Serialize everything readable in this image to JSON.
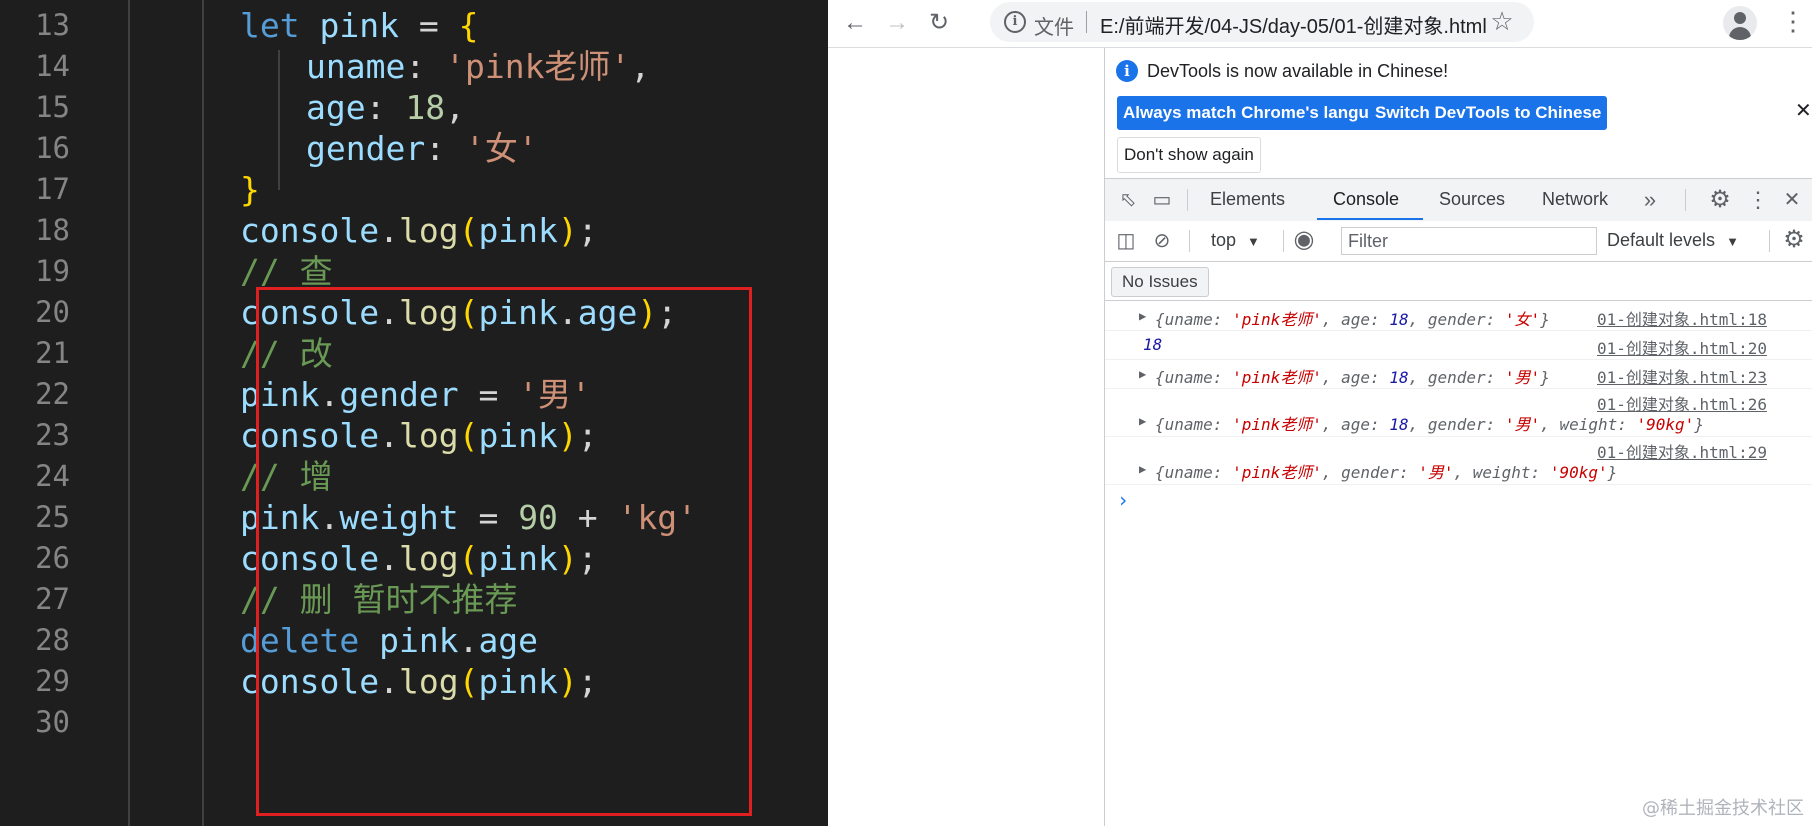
{
  "editor": {
    "lines": [
      {
        "num": "13",
        "indent": 0,
        "tokens": [
          [
            "kw",
            "let "
          ],
          [
            "var",
            "pink"
          ],
          [
            "op",
            " = "
          ],
          [
            "brace",
            "{"
          ]
        ]
      },
      {
        "num": "14",
        "indent": 1,
        "tokens": [
          [
            "prop",
            "uname"
          ],
          [
            "op",
            ": "
          ],
          [
            "str",
            "'pink老师'"
          ],
          [
            "op",
            ","
          ]
        ]
      },
      {
        "num": "15",
        "indent": 1,
        "tokens": [
          [
            "prop",
            "age"
          ],
          [
            "op",
            ": "
          ],
          [
            "num",
            "18"
          ],
          [
            "op",
            ","
          ]
        ]
      },
      {
        "num": "16",
        "indent": 1,
        "tokens": [
          [
            "prop",
            "gender"
          ],
          [
            "op",
            ": "
          ],
          [
            "str",
            "'女'"
          ]
        ]
      },
      {
        "num": "17",
        "indent": 0,
        "tokens": [
          [
            "brace",
            "}"
          ]
        ]
      },
      {
        "num": "18",
        "indent": 0,
        "tokens": [
          [
            "var",
            "console"
          ],
          [
            "op",
            "."
          ],
          [
            "fn",
            "log"
          ],
          [
            "brace",
            "("
          ],
          [
            "var",
            "pink"
          ],
          [
            "brace",
            ")"
          ],
          [
            "op",
            ";"
          ]
        ]
      },
      {
        "num": "19",
        "indent": 0,
        "tokens": [
          [
            "cmt",
            "// 查"
          ]
        ]
      },
      {
        "num": "20",
        "indent": 0,
        "tokens": [
          [
            "var",
            "console"
          ],
          [
            "op",
            "."
          ],
          [
            "fn",
            "log"
          ],
          [
            "brace",
            "("
          ],
          [
            "var",
            "pink"
          ],
          [
            "op",
            "."
          ],
          [
            "prop",
            "age"
          ],
          [
            "brace",
            ")"
          ],
          [
            "op",
            ";"
          ]
        ]
      },
      {
        "num": "21",
        "indent": 0,
        "tokens": [
          [
            "cmt",
            "// 改"
          ]
        ]
      },
      {
        "num": "22",
        "indent": 0,
        "tokens": [
          [
            "var",
            "pink"
          ],
          [
            "op",
            "."
          ],
          [
            "prop",
            "gender"
          ],
          [
            "op",
            " = "
          ],
          [
            "str",
            "'男'"
          ]
        ]
      },
      {
        "num": "23",
        "indent": 0,
        "tokens": [
          [
            "var",
            "console"
          ],
          [
            "op",
            "."
          ],
          [
            "fn",
            "log"
          ],
          [
            "brace",
            "("
          ],
          [
            "var",
            "pink"
          ],
          [
            "brace",
            ")"
          ],
          [
            "op",
            ";"
          ]
        ]
      },
      {
        "num": "24",
        "indent": 0,
        "tokens": [
          [
            "cmt",
            "// 增"
          ]
        ]
      },
      {
        "num": "25",
        "indent": 0,
        "tokens": [
          [
            "var",
            "pink"
          ],
          [
            "op",
            "."
          ],
          [
            "prop",
            "weight"
          ],
          [
            "op",
            " = "
          ],
          [
            "num",
            "90"
          ],
          [
            "op",
            " + "
          ],
          [
            "str",
            "'kg'"
          ]
        ]
      },
      {
        "num": "26",
        "indent": 0,
        "tokens": [
          [
            "var",
            "console"
          ],
          [
            "op",
            "."
          ],
          [
            "fn",
            "log"
          ],
          [
            "brace",
            "("
          ],
          [
            "var",
            "pink"
          ],
          [
            "brace",
            ")"
          ],
          [
            "op",
            ";"
          ]
        ]
      },
      {
        "num": "27",
        "indent": 0,
        "tokens": [
          [
            "cmt",
            "// 删 暂时不推荐"
          ]
        ]
      },
      {
        "num": "28",
        "indent": 0,
        "tokens": [
          [
            "kw",
            "delete "
          ],
          [
            "var",
            "pink"
          ],
          [
            "op",
            "."
          ],
          [
            "prop",
            "age"
          ]
        ]
      },
      {
        "num": "29",
        "indent": 0,
        "tokens": [
          [
            "var",
            "console"
          ],
          [
            "op",
            "."
          ],
          [
            "fn",
            "log"
          ],
          [
            "brace",
            "("
          ],
          [
            "var",
            "pink"
          ],
          [
            "brace",
            ")"
          ],
          [
            "op",
            ";"
          ]
        ]
      },
      {
        "num": "30",
        "indent": 0,
        "tokens": []
      }
    ],
    "highlight_color": "#e02020"
  },
  "browser": {
    "back_icon": "arrow-left-icon",
    "forward_icon": "arrow-right-icon",
    "reload_icon": "reload-icon",
    "scheme_label": "文件",
    "url": "E:/前端开发/04-JS/day-05/01-创建对象.html"
  },
  "devtools": {
    "info_text": "DevTools is now available in Chinese!",
    "btn_match": "Always match Chrome's language",
    "btn_switch": "Switch DevTools to Chinese",
    "btn_dont": "Don't show again",
    "tabs": [
      "Elements",
      "Console",
      "Sources",
      "Network"
    ],
    "active_tab": "Console",
    "context": "top",
    "filter_placeholder": "Filter",
    "levels": "Default levels",
    "issues": "No Issues",
    "accent": "#1a73e8"
  },
  "console": {
    "messages": [
      {
        "expand": true,
        "src": "01-创建对象.html:18",
        "src_above": false,
        "parts": [
          [
            "k",
            "{uname: "
          ],
          [
            "s",
            "'pink老师'"
          ],
          [
            "k",
            ", age: "
          ],
          [
            "n",
            "18"
          ],
          [
            "k",
            ", gender: "
          ],
          [
            "s",
            "'女'"
          ],
          [
            "k",
            "}"
          ]
        ]
      },
      {
        "expand": false,
        "src": "01-创建对象.html:20",
        "src_above": false,
        "parts": [
          [
            "n",
            "18"
          ]
        ]
      },
      {
        "expand": true,
        "src": "01-创建对象.html:23",
        "src_above": false,
        "parts": [
          [
            "k",
            "{uname: "
          ],
          [
            "s",
            "'pink老师'"
          ],
          [
            "k",
            ", age: "
          ],
          [
            "n",
            "18"
          ],
          [
            "k",
            ", gender: "
          ],
          [
            "s",
            "'男'"
          ],
          [
            "k",
            "}"
          ]
        ]
      },
      {
        "expand": true,
        "src": "01-创建对象.html:26",
        "src_above": true,
        "parts": [
          [
            "k",
            "{uname: "
          ],
          [
            "s",
            "'pink老师'"
          ],
          [
            "k",
            ", age: "
          ],
          [
            "n",
            "18"
          ],
          [
            "k",
            ", gender: "
          ],
          [
            "s",
            "'男'"
          ],
          [
            "k",
            ", weight: "
          ],
          [
            "s",
            "'90kg'"
          ],
          [
            "k",
            "}"
          ]
        ]
      },
      {
        "expand": true,
        "src": "01-创建对象.html:29",
        "src_above": true,
        "parts": [
          [
            "k",
            "{uname: "
          ],
          [
            "s",
            "'pink老师'"
          ],
          [
            "k",
            ", gender: "
          ],
          [
            "s",
            "'男'"
          ],
          [
            "k",
            ", weight: "
          ],
          [
            "s",
            "'90kg'"
          ],
          [
            "k",
            "}"
          ]
        ]
      }
    ],
    "prompt": "›"
  },
  "watermark": "@稀土掘金技术社区"
}
